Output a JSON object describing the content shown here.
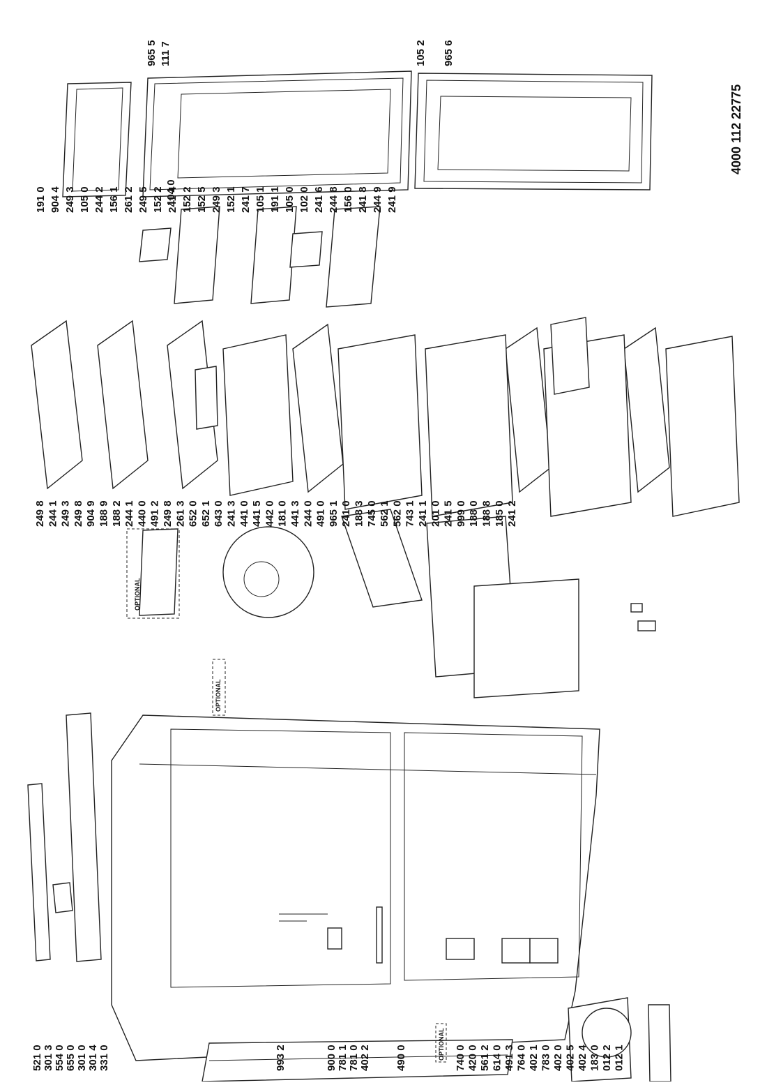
{
  "diagram": {
    "doc_number": "4000 112 22775",
    "optional_label": "OPTIONAL",
    "columns": [
      [
        "521 0",
        "301 3",
        "554 0",
        "655 0",
        "301 0",
        "301 4",
        "331 0"
      ],
      [
        "993 2"
      ],
      [
        "900 0",
        "781 1",
        "781 0",
        "402 2"
      ],
      [
        "490 0"
      ],
      [
        "740 0",
        "420 0",
        "561 2",
        "614 0",
        "491 3",
        "764 0",
        "402 1",
        "783 0",
        "402 0",
        "402 5",
        "402 4",
        "183 0",
        "012 2",
        "012 1"
      ],
      [
        "249 8",
        "244 1",
        "249 3",
        "249 8",
        "904 9",
        "188 9",
        "188 2",
        "244 1",
        "440 0",
        "491 2",
        "249 8",
        "261 3",
        "652 0",
        "652 1",
        "643 0",
        "241 3",
        "441 0",
        "441 5",
        "442 0",
        "181 0",
        "441 3",
        "244 0",
        "491 0",
        "965 1",
        "241 0",
        "188 3",
        "745 0",
        "562 1",
        "562 0",
        "743 1",
        "241 1",
        "201 0",
        "241 5",
        "999 0",
        "188 0",
        "188 8",
        "185 0",
        "241 2"
      ],
      [
        "191 0",
        "904 4",
        "249 3",
        "105 0",
        "244 2",
        "156 1",
        "261 2",
        "249 5",
        "152 2",
        "241 4",
        "152 2",
        "152 5",
        "249 3",
        "152 1",
        "241 7",
        "105 1",
        "191 1",
        "105 0",
        "102 0",
        "241 6",
        "244 8",
        "156 0",
        "241 8",
        "244 9",
        "241 9"
      ],
      [
        "965 5",
        "111 7",
        "104 0",
        "105 2",
        "965 6"
      ]
    ]
  }
}
